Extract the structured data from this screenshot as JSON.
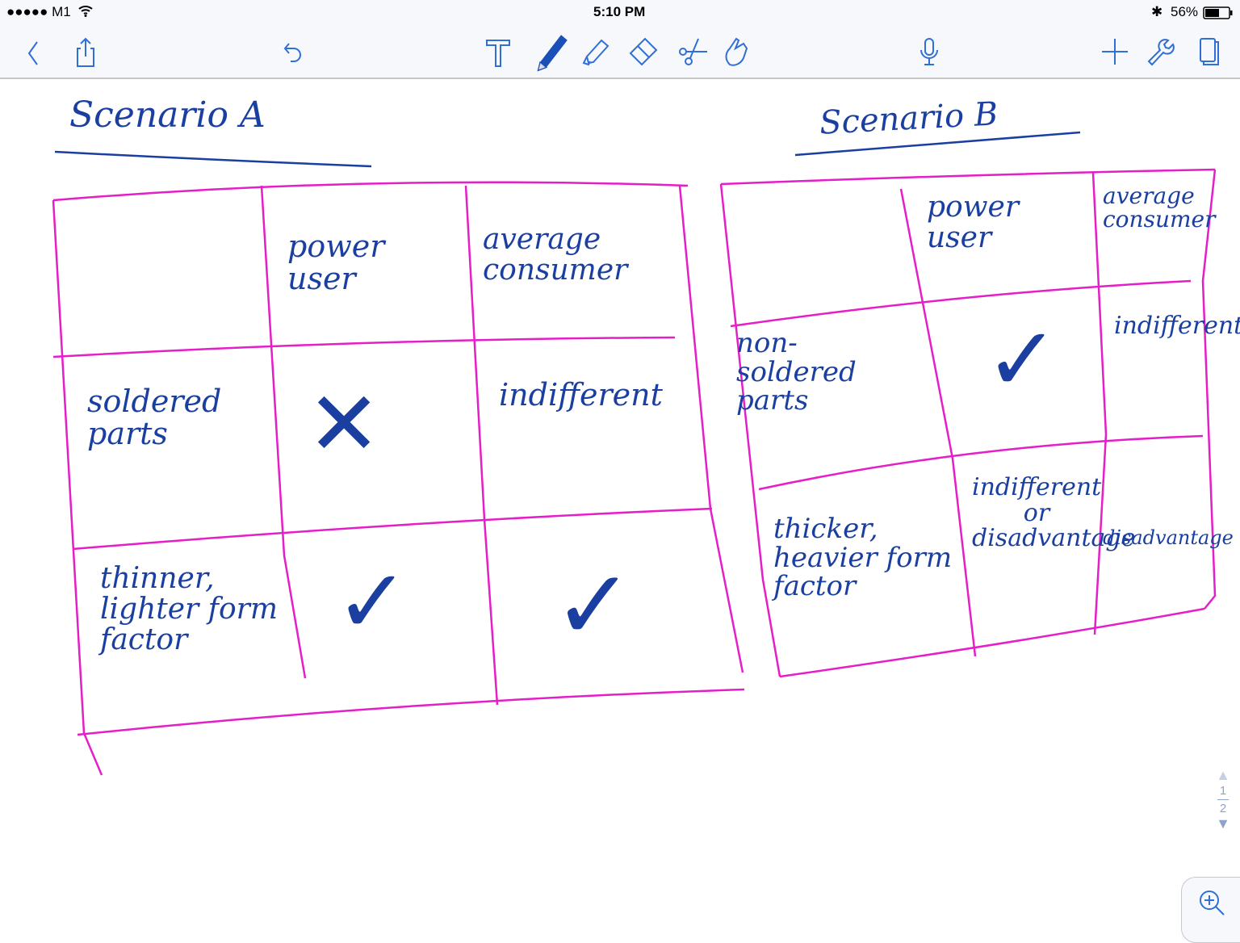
{
  "status_bar": {
    "carrier": "●●●●● M1",
    "time": "5:10 PM",
    "battery": "56%"
  },
  "toolbar": {
    "left": [
      "back-icon",
      "share-icon",
      "undo-icon"
    ],
    "tools": [
      "text-tool-icon",
      "pen-tool-icon",
      "highlighter-tool-icon",
      "eraser-tool-icon",
      "lasso-tool-icon",
      "hand-tool-icon"
    ],
    "right": [
      "microphone-icon",
      "add-icon",
      "wrench-icon",
      "pages-icon"
    ],
    "active_tool": "pen",
    "accent": "#2f6fd6"
  },
  "note": {
    "ink_color": "#1a3fa0",
    "grid_color": "#e61ec8",
    "scenario_a": {
      "title": "Scenario A",
      "col_headers": [
        "power user",
        "average consumer"
      ],
      "rows": [
        {
          "label": "soldered parts",
          "power_user": "✕",
          "average_consumer": "indifferent"
        },
        {
          "label": "thinner, lighter form factor",
          "power_user": "✓",
          "average_consumer": "✓"
        }
      ]
    },
    "scenario_b": {
      "title": "Scenario B",
      "col_headers": [
        "power user",
        "average consumer"
      ],
      "rows": [
        {
          "label": "non-soldered parts",
          "power_user": "✓",
          "average_consumer": "indifferent"
        },
        {
          "label": "thicker, heavier form factor",
          "power_user": "indifferent or disadvantage",
          "average_consumer": "disadvantage"
        }
      ]
    }
  },
  "pager": {
    "current": "1",
    "total": "2"
  }
}
